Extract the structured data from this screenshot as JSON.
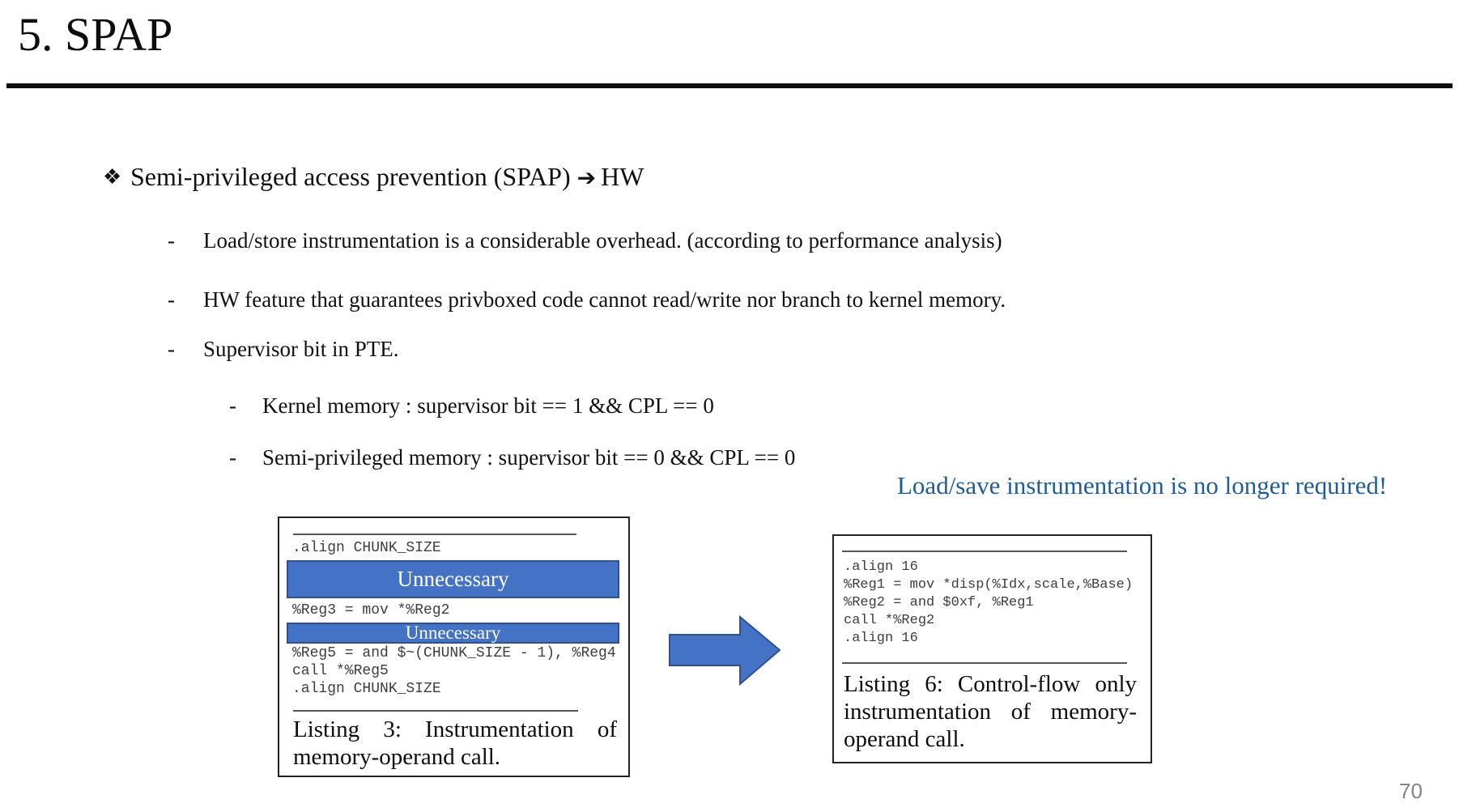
{
  "slide": {
    "title": "5. SPAP",
    "page_number": "70"
  },
  "colors": {
    "accent_blue": "#4472C4",
    "accent_blue_border": "#2F528F",
    "callout_blue": "#1F5C99",
    "code_gray": "#3d3d3d",
    "page_number_gray": "#848484"
  },
  "bullets": {
    "main": {
      "marker": "❖",
      "text": "Semi-privileged access prevention (SPAP)",
      "arrow": "➔",
      "suffix": "HW"
    },
    "level2": [
      {
        "marker": "-",
        "text": "Load/store instrumentation is a considerable overhead. (according to performance analysis)"
      },
      {
        "marker": "-",
        "text": "HW feature that guarantees privboxed code cannot read/write nor branch to kernel memory."
      },
      {
        "marker": "-",
        "text": "Supervisor bit in PTE."
      }
    ],
    "level3": [
      {
        "marker": "-",
        "text": "Kernel memory : supervisor bit == 1 && CPL == 0"
      },
      {
        "marker": "-",
        "text": "Semi-privileged memory : supervisor bit == 0 && CPL == 0"
      }
    ]
  },
  "callout": "Load/save instrumentation is no longer required!",
  "listing_before": {
    "code_line_1": ".align CHUNK_SIZE",
    "highlight_1": "Unnecessary",
    "code_line_2": "%Reg3 = mov *%Reg2",
    "highlight_2": "Unnecessary",
    "code_line_3": "%Reg5 = and $~(CHUNK_SIZE - 1), %Reg4",
    "code_line_4": "call *%Reg5",
    "code_line_5": ".align CHUNK_SIZE",
    "caption": "Listing 3: Instrumentation of memory-operand call."
  },
  "listing_after": {
    "code_line_1": ".align 16",
    "code_line_2": "%Reg1 = mov *disp(%Idx,scale,%Base)",
    "code_line_3": "%Reg2 = and $0xf, %Reg1",
    "code_line_4": "call *%Reg2",
    "code_line_5": ".align 16",
    "caption": "Listing 6: Control-flow only instrumentation of memory-operand call."
  }
}
